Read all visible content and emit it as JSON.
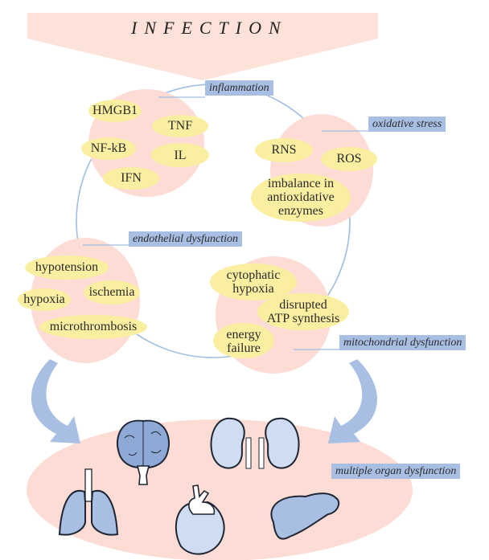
{
  "title": "INFECTION",
  "colors": {
    "banner": "#fce2d8",
    "blob": "#fcdcd4",
    "pill": "#faeea0",
    "tag": "#a8bfe3",
    "line": "#a0bde3",
    "organ": "#adc3e6",
    "organ_light": "#cfdcf2"
  },
  "groups": {
    "inflammation": {
      "label": "inflammation",
      "items": [
        "HMGB1",
        "TNF",
        "NF-kB",
        "IL",
        "IFN"
      ]
    },
    "oxidative": {
      "label": "oxidative stress",
      "items": [
        "RNS",
        "ROS",
        "imbalance in",
        "antioxidative",
        "enzymes"
      ]
    },
    "endothelial": {
      "label": "endothelial dysfunction",
      "items": [
        "hypotension",
        "ischemia",
        "hypoxia",
        "microthrombosis"
      ]
    },
    "mitochondrial": {
      "label": "mitochondrial dysfunction",
      "items": [
        "cytophatic",
        "hypoxia",
        "disrupted",
        "ATP synthesis",
        "energy",
        "failure"
      ]
    }
  },
  "organs": {
    "label": "multiple organ dysfunction",
    "icons": [
      "brain",
      "kidneys",
      "lungs",
      "heart",
      "liver"
    ]
  }
}
